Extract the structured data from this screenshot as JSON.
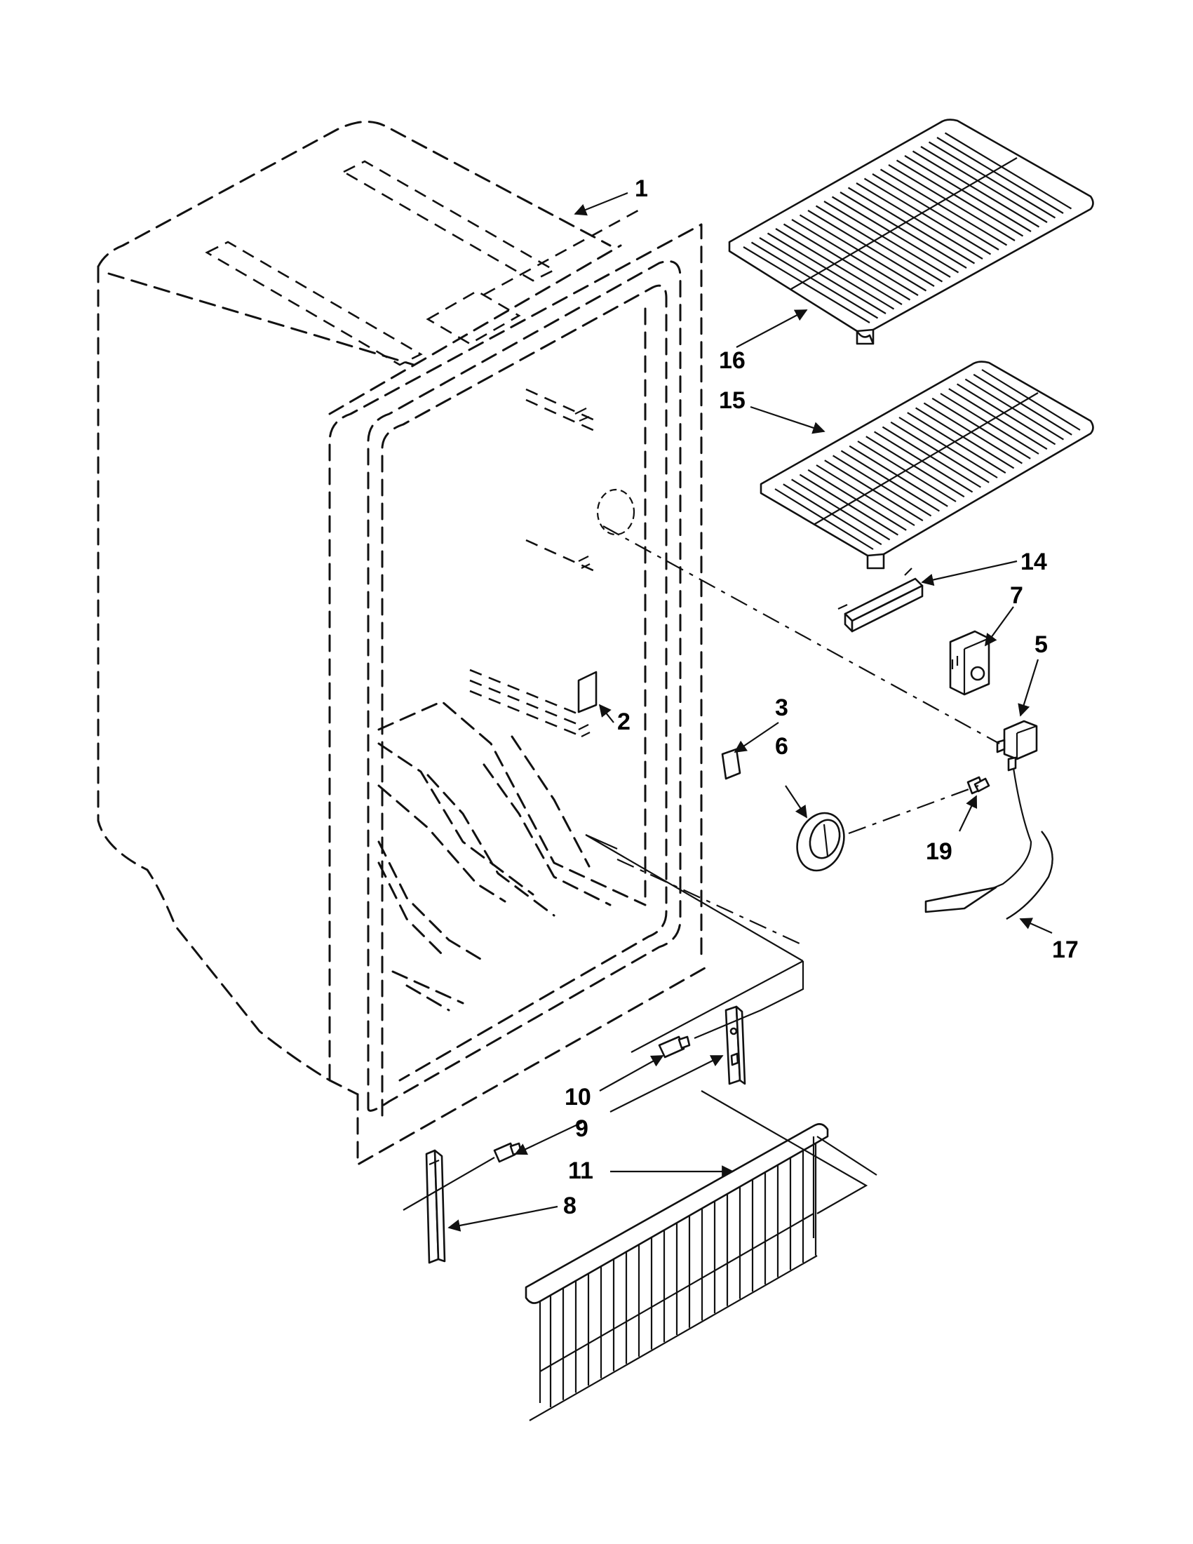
{
  "diagram": {
    "callouts": [
      "1",
      "2",
      "3",
      "5",
      "6",
      "7",
      "8",
      "9",
      "10",
      "11",
      "14",
      "15",
      "16",
      "17",
      "19"
    ]
  },
  "parts": [
    {
      "callout": "1",
      "icon": "freezer-liner-icon"
    },
    {
      "callout": "2",
      "icon": "label-plate-icon"
    },
    {
      "callout": "3",
      "icon": "label-plate-icon"
    },
    {
      "callout": "5",
      "icon": "thermostat-icon"
    },
    {
      "callout": "6",
      "icon": "knob-icon"
    },
    {
      "callout": "7",
      "icon": "switch-icon"
    },
    {
      "callout": "8",
      "icon": "bracket-icon"
    },
    {
      "callout": "9",
      "icon": "bracket-icon"
    },
    {
      "callout": "10",
      "icon": "screw-icon"
    },
    {
      "callout": "11",
      "icon": "basket-icon"
    },
    {
      "callout": "14",
      "icon": "clip-icon"
    },
    {
      "callout": "15",
      "icon": "wire-shelf-icon"
    },
    {
      "callout": "16",
      "icon": "wire-shelf-icon"
    },
    {
      "callout": "17",
      "icon": "tube-icon"
    },
    {
      "callout": "19",
      "icon": "screw-icon"
    }
  ]
}
